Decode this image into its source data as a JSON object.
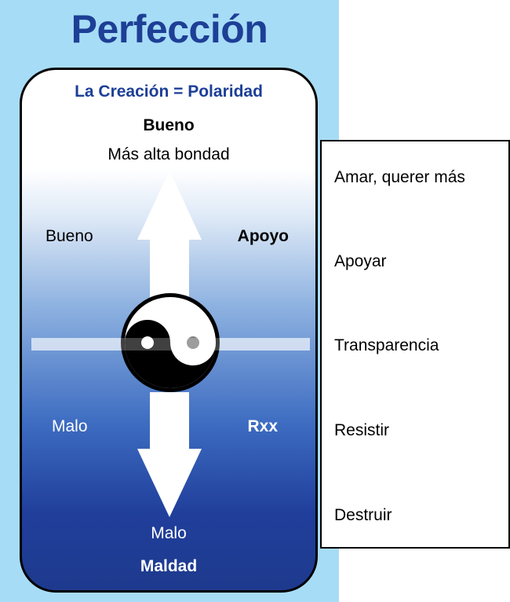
{
  "title": "Perfección",
  "card": {
    "heading": "La Creación = Polaridad",
    "top_bold": "Bueno",
    "top_normal": "Más alta bondad",
    "bottom_normal": "Malo",
    "bottom_bold": "Maldad",
    "quadrants": {
      "top_left": "Bueno",
      "top_right": "Apoyo",
      "bottom_left": "Malo",
      "bottom_right": "Rxx"
    },
    "center_icon": "yin-yang-icon"
  },
  "scale": {
    "items": [
      "Amar, querer más",
      "Apoyar",
      "Transparencia",
      "Resistir",
      "Destruir"
    ]
  },
  "colors": {
    "panel": "#a7dcf6",
    "title": "#1d3f96",
    "card_top": "#ffffff",
    "card_bottom": "#1e3a8e"
  }
}
